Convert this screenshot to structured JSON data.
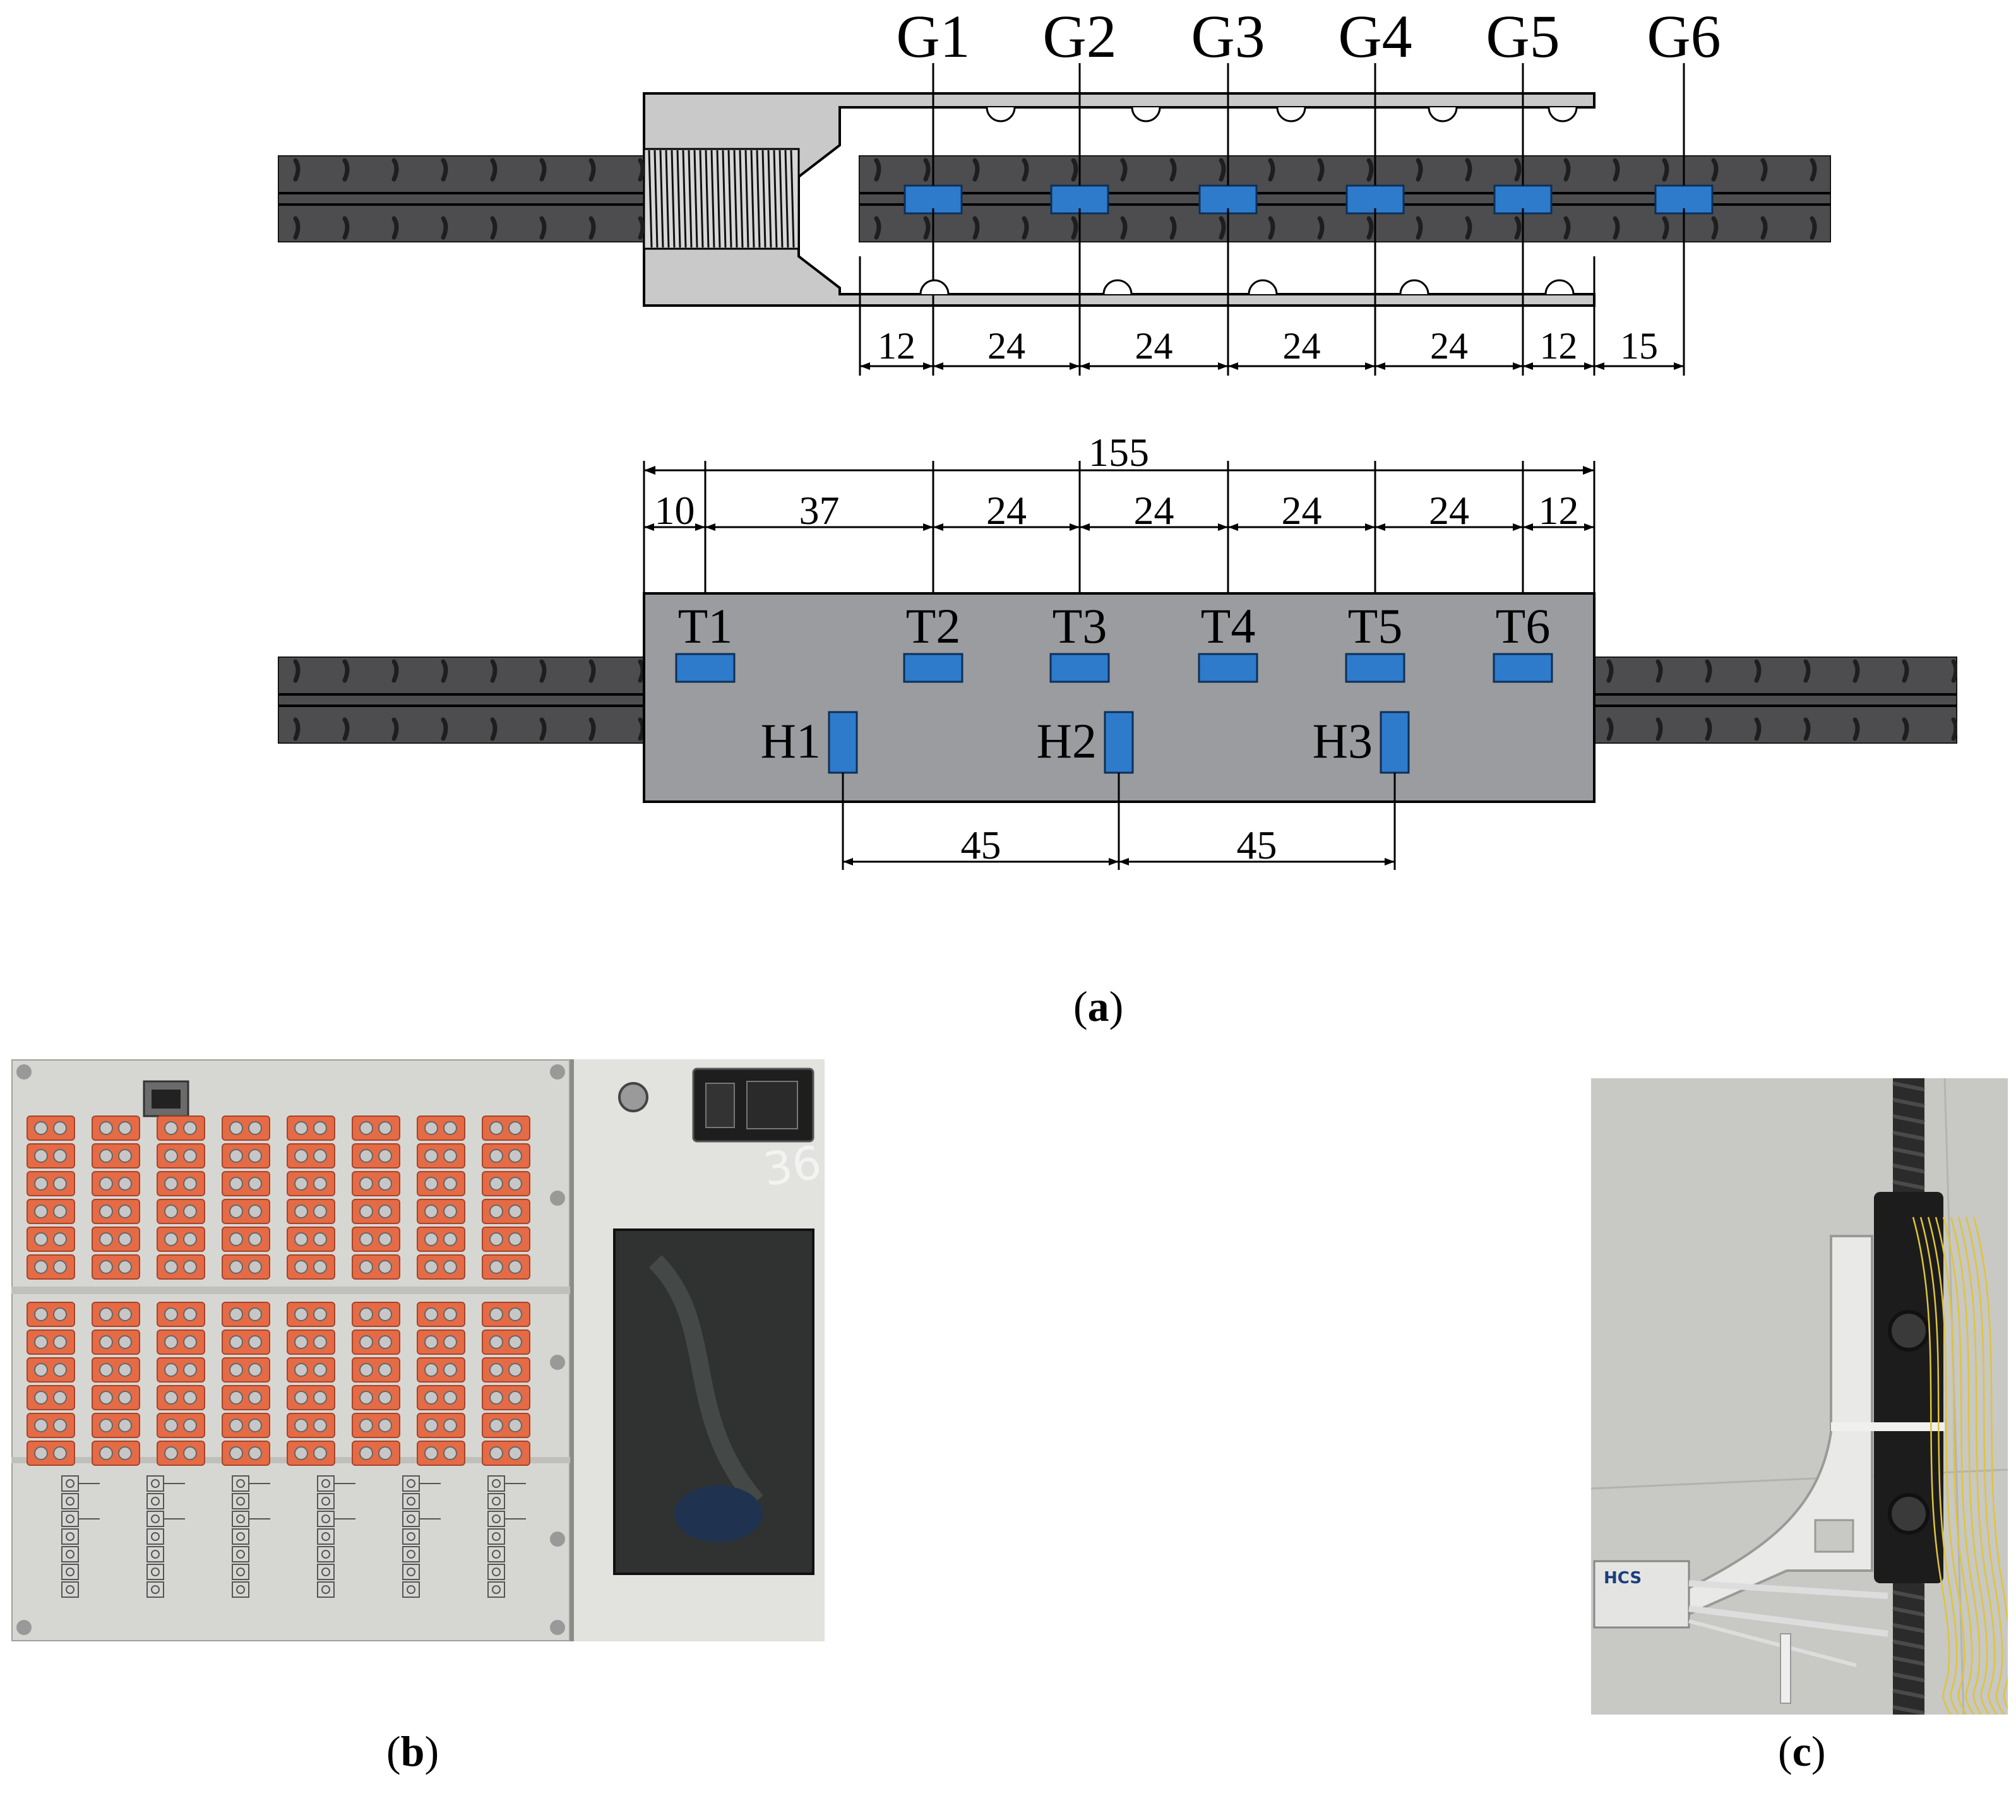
{
  "colors": {
    "rebar": "#4d4d4f",
    "rebar_rib": "#1e1e1e",
    "sleeve": "#c9c9c9",
    "sleeve_body": "#9b9c9f",
    "gauge": "#2e7bcc",
    "gauge_edge": "#0d2f57",
    "line": "#000000"
  },
  "panel_a": {
    "caption_letter": "a",
    "top_gauges": [
      "G1",
      "G2",
      "G3",
      "G4",
      "G5",
      "G6"
    ],
    "top_dimensions": [
      "12",
      "24",
      "24",
      "24",
      "24",
      "12",
      "15"
    ],
    "overall_dimension": "155",
    "bottom_dimensions": [
      "10",
      "37",
      "24",
      "24",
      "24",
      "24",
      "12"
    ],
    "sleeve_gauges": [
      "T1",
      "T2",
      "T3",
      "T4",
      "T5",
      "T6"
    ],
    "hoop_gauges": [
      "H1",
      "H2",
      "H3"
    ],
    "hoop_dimensions": [
      "45",
      "45"
    ]
  },
  "panel_b": {
    "caption_letter": "b",
    "photo_subject": "strain-data-acquisition-instrument",
    "panel_mark": "36"
  },
  "panel_c": {
    "caption_letter": "c",
    "photo_subject": "rebar-with-sleeve-and-displacement-transducer",
    "brand_mark": "HCS"
  }
}
